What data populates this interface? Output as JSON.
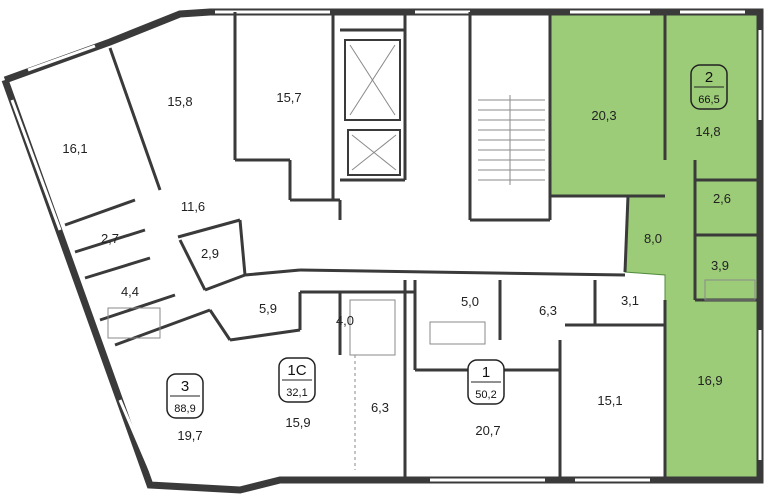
{
  "colors": {
    "wall": "#3a3a3a",
    "thin": "#8a8a8a",
    "highlight": "#9ccc78",
    "highlight_line": "#4f8a3a",
    "window": "#bfbfbf"
  },
  "rooms": [
    {
      "id": "r161",
      "label": "16,1"
    },
    {
      "id": "r158",
      "label": "15,8"
    },
    {
      "id": "r157",
      "label": "15,7"
    },
    {
      "id": "r116",
      "label": "11,6"
    },
    {
      "id": "r27a",
      "label": "2,7"
    },
    {
      "id": "r29",
      "label": "2,9"
    },
    {
      "id": "r44",
      "label": "4,4"
    },
    {
      "id": "r59",
      "label": "5,9"
    },
    {
      "id": "r40",
      "label": "4,0"
    },
    {
      "id": "r50",
      "label": "5,0"
    },
    {
      "id": "r63a",
      "label": "6,3"
    },
    {
      "id": "r31",
      "label": "3,1"
    },
    {
      "id": "r197",
      "label": "19,7"
    },
    {
      "id": "r159",
      "label": "15,9"
    },
    {
      "id": "r63b",
      "label": "6,3"
    },
    {
      "id": "r207",
      "label": "20,7"
    },
    {
      "id": "r151",
      "label": "15,1"
    },
    {
      "id": "r203",
      "label": "20,3"
    },
    {
      "id": "r148",
      "label": "14,8"
    },
    {
      "id": "r26",
      "label": "2,6"
    },
    {
      "id": "r80",
      "label": "8,0"
    },
    {
      "id": "r39",
      "label": "3,9"
    },
    {
      "id": "r169",
      "label": "16,9"
    }
  ],
  "apartments": [
    {
      "id": "apt3",
      "rooms": "3",
      "area": "88,9"
    },
    {
      "id": "apt1c",
      "rooms": "1С",
      "area": "32,1"
    },
    {
      "id": "apt1",
      "rooms": "1",
      "area": "50,2"
    },
    {
      "id": "apt2",
      "rooms": "2",
      "area": "66,5"
    }
  ]
}
